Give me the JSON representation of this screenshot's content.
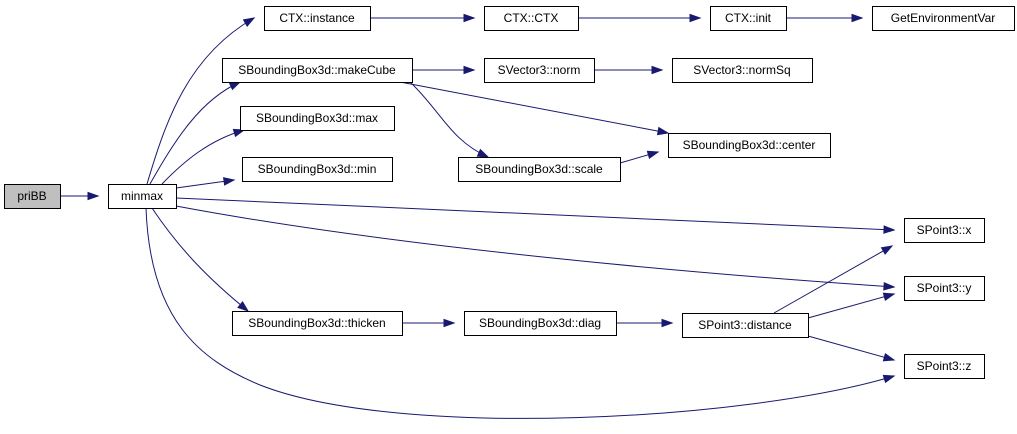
{
  "diagram": {
    "type": "call-graph",
    "edge_color": "#191970",
    "root_fill": "#bfbfbf",
    "nodes": [
      {
        "id": "priBB",
        "label": "priBB"
      },
      {
        "id": "minmax",
        "label": "minmax"
      },
      {
        "id": "ctx_instance",
        "label": "CTX::instance"
      },
      {
        "id": "ctx_ctx",
        "label": "CTX::CTX"
      },
      {
        "id": "ctx_init",
        "label": "CTX::init"
      },
      {
        "id": "getenv",
        "label": "GetEnvironmentVar"
      },
      {
        "id": "makecube",
        "label": "SBoundingBox3d::makeCube"
      },
      {
        "id": "norm",
        "label": "SVector3::norm"
      },
      {
        "id": "normsq",
        "label": "SVector3::normSq"
      },
      {
        "id": "bbmax",
        "label": "SBoundingBox3d::max"
      },
      {
        "id": "center",
        "label": "SBoundingBox3d::center"
      },
      {
        "id": "bbmin",
        "label": "SBoundingBox3d::min"
      },
      {
        "id": "scale",
        "label": "SBoundingBox3d::scale"
      },
      {
        "id": "px",
        "label": "SPoint3::x"
      },
      {
        "id": "py",
        "label": "SPoint3::y"
      },
      {
        "id": "thicken",
        "label": "SBoundingBox3d::thicken"
      },
      {
        "id": "diag",
        "label": "SBoundingBox3d::diag"
      },
      {
        "id": "distance",
        "label": "SPoint3::distance"
      },
      {
        "id": "pz",
        "label": "SPoint3::z"
      }
    ],
    "edges": [
      {
        "from": "priBB",
        "to": "minmax"
      },
      {
        "from": "minmax",
        "to": "ctx_instance"
      },
      {
        "from": "minmax",
        "to": "makecube"
      },
      {
        "from": "minmax",
        "to": "bbmax"
      },
      {
        "from": "minmax",
        "to": "bbmin"
      },
      {
        "from": "minmax",
        "to": "px"
      },
      {
        "from": "minmax",
        "to": "py"
      },
      {
        "from": "minmax",
        "to": "thicken"
      },
      {
        "from": "minmax",
        "to": "pz"
      },
      {
        "from": "ctx_instance",
        "to": "ctx_ctx"
      },
      {
        "from": "ctx_ctx",
        "to": "ctx_init"
      },
      {
        "from": "ctx_init",
        "to": "getenv"
      },
      {
        "from": "makecube",
        "to": "norm"
      },
      {
        "from": "makecube",
        "to": "center"
      },
      {
        "from": "makecube",
        "to": "scale"
      },
      {
        "from": "norm",
        "to": "normsq"
      },
      {
        "from": "scale",
        "to": "center"
      },
      {
        "from": "thicken",
        "to": "diag"
      },
      {
        "from": "diag",
        "to": "distance"
      },
      {
        "from": "distance",
        "to": "px"
      },
      {
        "from": "distance",
        "to": "py"
      },
      {
        "from": "distance",
        "to": "pz"
      }
    ]
  }
}
